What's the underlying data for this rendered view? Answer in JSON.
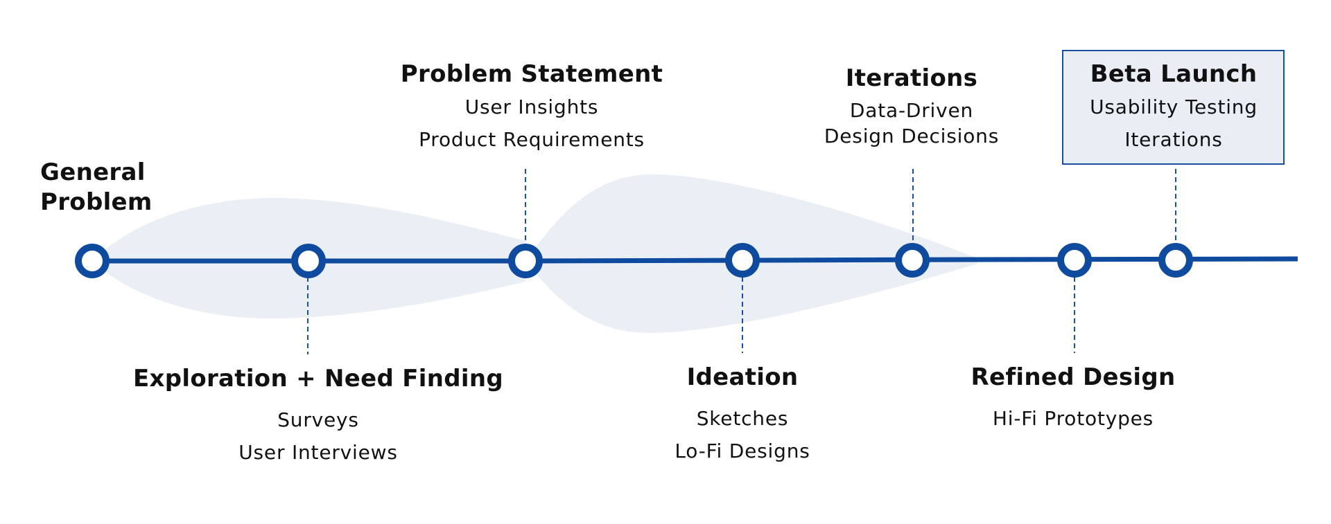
{
  "colors": {
    "line": "#0e4a9e",
    "blob": "#eaeff6",
    "connector": "#1a4f9f",
    "text": "#111111",
    "highlight_fill": "#e9eef5"
  },
  "general_problem": {
    "title": "General\nProblem"
  },
  "stages": [
    {
      "id": "exploration",
      "title": "Exploration + Need Finding",
      "lines": [
        "Surveys",
        "User Interviews"
      ]
    },
    {
      "id": "problem-statement",
      "title": "Problem Statement",
      "lines": [
        "User Insights",
        "Product Requirements"
      ]
    },
    {
      "id": "ideation",
      "title": "Ideation",
      "lines": [
        "Sketches",
        "Lo-Fi Designs"
      ]
    },
    {
      "id": "iterations",
      "title": "Iterations",
      "lines": [
        "Data-Driven",
        "Design Decisions"
      ]
    },
    {
      "id": "refined-design",
      "title": "Refined Design",
      "lines": [
        "Hi-Fi Prototypes"
      ]
    },
    {
      "id": "beta-launch",
      "title": "Beta Launch",
      "lines": [
        "Usability Testing",
        "Iterations"
      ],
      "highlighted": true
    }
  ]
}
